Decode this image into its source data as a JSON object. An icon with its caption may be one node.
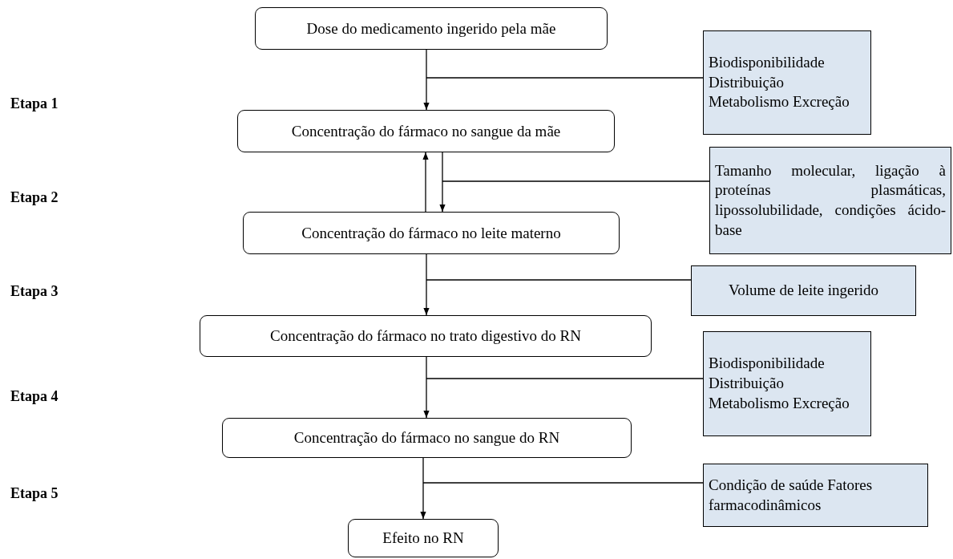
{
  "diagram": {
    "nodes": [
      {
        "text": [
          "Dose do medicamento ingerido pela mãe"
        ]
      },
      {
        "text": [
          "Biodisponibilidade Distribuição Metabolismo Excreção"
        ]
      },
      {
        "text": [
          "Concentração do fármaco no sangue da mãe"
        ]
      },
      {
        "text": [
          "Tamanho molecular, ligação à proteínas plasmáticas, lipossolubilidade, condições ácido-base"
        ]
      },
      {
        "text": [
          "Concentração do fármaco no leite materno"
        ]
      },
      {
        "text": [
          "Volume de leite ingerido"
        ]
      },
      {
        "text": [
          "Concentração do fármaco no trato digestivo do RN"
        ]
      },
      {
        "text": [
          "Biodisponibilidade Distribuição Metabolismo Excreção"
        ]
      },
      {
        "text": [
          "Concentração do fármaco no sangue do RN"
        ]
      },
      {
        "text": [
          "Condição de saúde Fatores farmacodinâmicos"
        ]
      },
      {
        "text": [
          "Efeito no RN"
        ]
      }
    ],
    "edges": [
      {
        "from": 0,
        "to": 2,
        "arrow": "to"
      },
      {
        "from": 1,
        "to": null,
        "arrow": "none"
      },
      {
        "from": 4,
        "to": 2,
        "arrow": "to"
      },
      {
        "from": 2,
        "to": 4,
        "arrow": "to"
      },
      {
        "from": 3,
        "to": null,
        "arrow": "none"
      },
      {
        "from": 4,
        "to": 6,
        "arrow": "to"
      },
      {
        "from": 5,
        "to": null,
        "arrow": "none"
      },
      {
        "from": 6,
        "to": 8,
        "arrow": "to"
      },
      {
        "from": 7,
        "to": null,
        "arrow": "none"
      },
      {
        "from": 8,
        "to": 10,
        "arrow": "to"
      },
      {
        "from": 9,
        "to": null,
        "arrow": "none"
      }
    ],
    "labels": [
      "Etapa 1",
      "Etapa 2",
      "Etapa 3",
      "Etapa 4",
      "Etapa 5"
    ]
  }
}
